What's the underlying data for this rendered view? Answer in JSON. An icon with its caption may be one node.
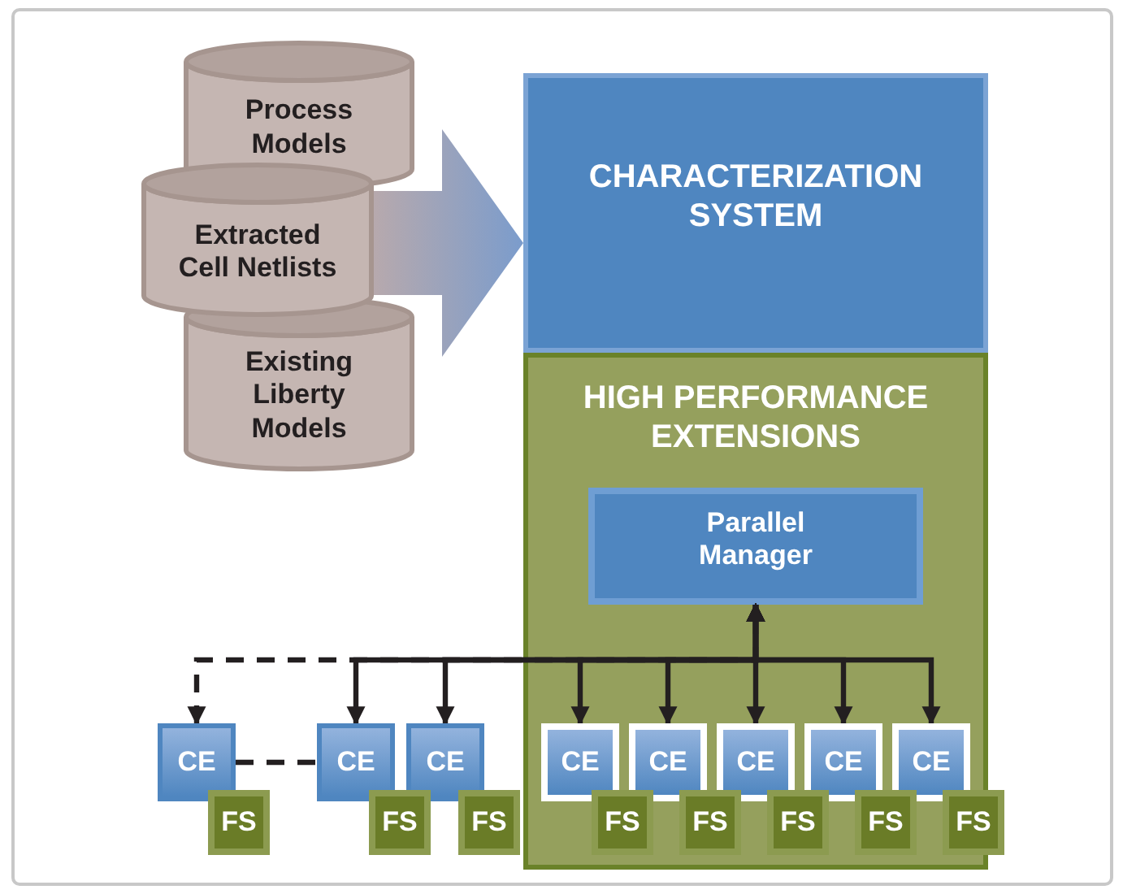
{
  "diagram": {
    "nodes": [
      {
        "text": [
          "Process Models"
        ]
      },
      {
        "text": [
          "Extracted Cell Netlists"
        ]
      },
      {
        "text": [
          "Existing Liberty Models"
        ]
      },
      {
        "text": [
          "CHARACTERIZATION SYSTEM"
        ]
      },
      {
        "text": [
          "HIGH PERFORMANCE EXTENSIONS"
        ]
      },
      {
        "text": [
          "Parallel Manager"
        ],
        "in": 4
      },
      {
        "text": [
          "CE"
        ]
      },
      {
        "text": [
          "FS"
        ]
      },
      {
        "text": [
          "CE"
        ]
      },
      {
        "text": [
          "FS"
        ]
      },
      {
        "text": [
          "CE"
        ]
      },
      {
        "text": [
          "FS"
        ]
      },
      {
        "text": [
          "CE"
        ],
        "in": 4
      },
      {
        "text": [
          "FS"
        ],
        "in": 4
      },
      {
        "text": [
          "CE"
        ],
        "in": 4
      },
      {
        "text": [
          "FS"
        ],
        "in": 4
      },
      {
        "text": [
          "CE"
        ],
        "in": 4
      },
      {
        "text": [
          "FS"
        ],
        "in": 4
      },
      {
        "text": [
          "CE"
        ],
        "in": 4
      },
      {
        "text": [
          "FS"
        ],
        "in": 4
      },
      {
        "text": [
          "CE"
        ],
        "in": 4
      },
      {
        "text": [
          "FS"
        ]
      }
    ],
    "edges": [
      {
        "from": 1,
        "to": 3,
        "arrow": "to",
        "style": "thick"
      },
      {
        "from": 6,
        "to": 5,
        "arrow": "both",
        "style": "dashed"
      },
      {
        "from": 8,
        "to": 5,
        "arrow": "both"
      },
      {
        "from": 10,
        "to": 5,
        "arrow": "both"
      },
      {
        "from": 12,
        "to": 5,
        "arrow": "both"
      },
      {
        "from": 14,
        "to": 5,
        "arrow": "both"
      },
      {
        "from": 16,
        "to": 5,
        "arrow": "both"
      },
      {
        "from": 18,
        "to": 5,
        "arrow": "both"
      },
      {
        "from": 20,
        "to": 5,
        "arrow": "both"
      },
      {
        "from": 6,
        "to": 8,
        "arrow": "none",
        "style": "dashed"
      }
    ]
  }
}
